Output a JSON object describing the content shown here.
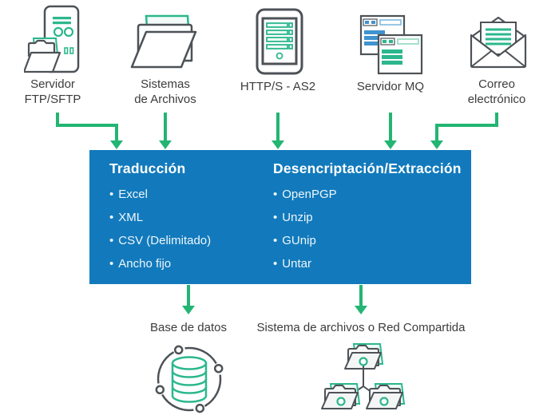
{
  "bullet": "•",
  "colors": {
    "box_blue": "#127abc",
    "arrow_green": "#23b573",
    "accent_teal": "#2cb78d",
    "mq_blue": "#3f93cf",
    "outline_gray": "#4d5257"
  },
  "sources": [
    {
      "icon": "ftp-server-icon",
      "label_lines": [
        "Servidor",
        "FTP/SFTP"
      ]
    },
    {
      "icon": "file-system-icon",
      "label_lines": [
        "Sistemas",
        "de Archivos"
      ]
    },
    {
      "icon": "http-as2-icon",
      "label_lines": [
        "HTTP/S - AS2"
      ]
    },
    {
      "icon": "mq-server-icon",
      "label_lines": [
        "Servidor MQ"
      ]
    },
    {
      "icon": "email-icon",
      "label_lines": [
        "Correo",
        "electrónico"
      ]
    }
  ],
  "process_box": {
    "columns": [
      {
        "title": "Traducción",
        "items": [
          "Excel",
          "XML",
          "CSV (Delimitado)",
          "Ancho fijo"
        ]
      },
      {
        "title": "Desencriptación/Extracción",
        "items": [
          "OpenPGP",
          "Unzip",
          "GUnip",
          "Untar"
        ]
      }
    ]
  },
  "destinations": [
    {
      "icon": "database-sync-icon",
      "label": "Base de datos"
    },
    {
      "icon": "shared-folders-icon",
      "label": "Sistema de archivos o Red Compartida"
    }
  ]
}
